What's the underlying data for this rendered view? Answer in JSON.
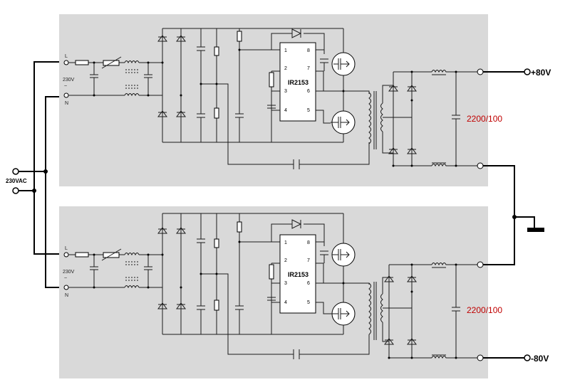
{
  "modules": [
    {
      "ac_label": "230V",
      "ac_symbol": "~",
      "terminal_l": "L",
      "terminal_n": "N",
      "ic_name": "IR2153",
      "pins": [
        "1",
        "2",
        "3",
        "4",
        "5",
        "6",
        "7",
        "8"
      ],
      "cap_value": "2200/100"
    },
    {
      "ac_label": "230V",
      "ac_symbol": "~",
      "terminal_l": "L",
      "terminal_n": "N",
      "ic_name": "IR2153",
      "pins": [
        "1",
        "2",
        "3",
        "4",
        "5",
        "6",
        "7",
        "8"
      ],
      "cap_value": "2200/100"
    }
  ],
  "input_label": "230VAC",
  "output_positive": "+80V",
  "output_negative": "-80V",
  "colors": {
    "panel": "#d9d9d9",
    "annotation": "#c00000"
  }
}
